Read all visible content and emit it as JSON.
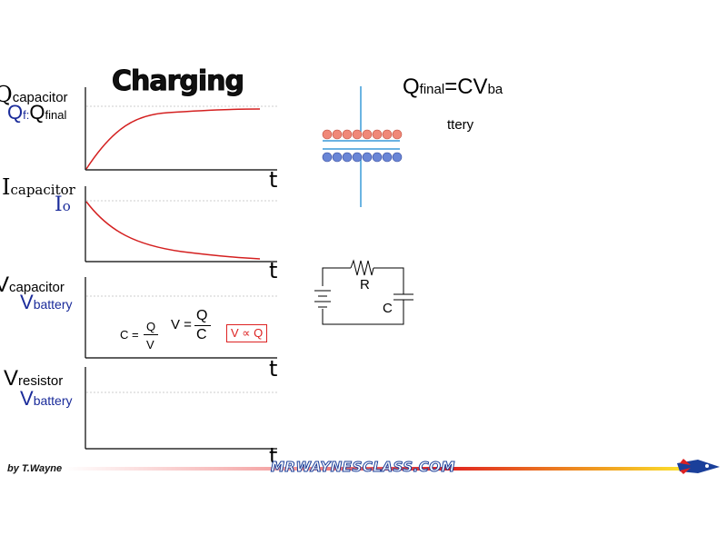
{
  "slide": {
    "title": "Charging",
    "credit": "by T.Wayne",
    "brand": "MRWAYNESCLASS.COM"
  },
  "graphs": [
    {
      "name": "charge",
      "ylabel_main": "Q",
      "ylabel_sub": "capacitor",
      "marker_main": "Q",
      "marker_sub": "f:",
      "marker_main2": "Q",
      "marker_sub2": "final",
      "axis_var": "t",
      "curve": "rising"
    },
    {
      "name": "current",
      "ylabel_main": "I",
      "ylabel_sub": "capacitor",
      "marker_main": "I",
      "marker_sub": "o",
      "axis_var": "t",
      "curve": "decaying"
    },
    {
      "name": "vcap",
      "ylabel_main": "V",
      "ylabel_sub": "capacitor",
      "marker_main": "V",
      "marker_sub": "battery",
      "axis_var": "t"
    },
    {
      "name": "vres",
      "ylabel_main": "V",
      "ylabel_sub": "resistor",
      "marker_main": "V",
      "marker_sub": "battery",
      "axis_var": "t"
    }
  ],
  "formulas": {
    "cap_def_left": "C =",
    "cap_def_num": "Q",
    "cap_def_den": "V",
    "v_left": "V =",
    "v_num": "Q",
    "v_den": "C",
    "proportional": "V ∝ Q"
  },
  "final_charge": {
    "lhs_main": "Q",
    "lhs_sub": "final",
    "rhs_main": "=CV",
    "rhs_sub": "ba",
    "rhs_wrap": "ttery"
  },
  "circuit": {
    "resistor_label": "R",
    "capacitor_label": "C"
  },
  "colors": {
    "curve": "#d42020",
    "capacitor_plate": "#3a9ad9",
    "positive_charge": "#f08878",
    "negative_charge": "#6a86d6",
    "marker_text": "#1a2b9a",
    "proportional": "#d22222"
  }
}
